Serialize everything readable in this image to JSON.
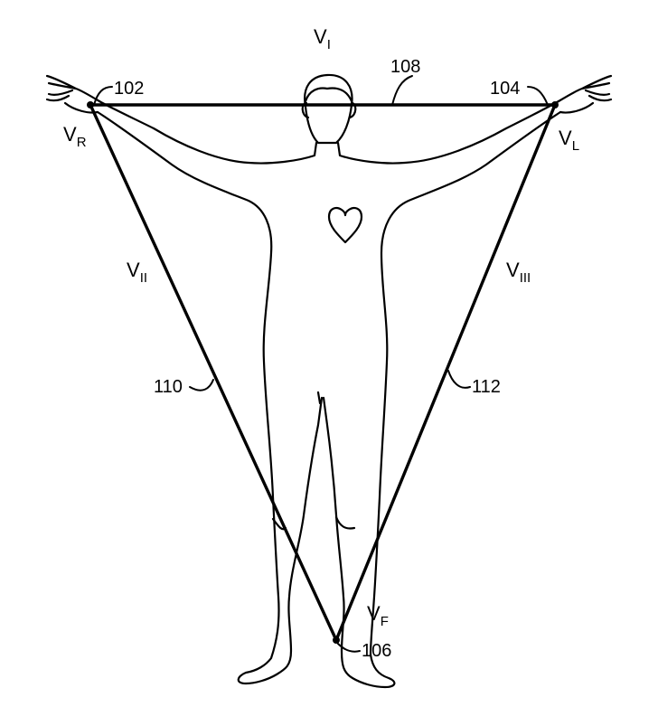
{
  "labels": {
    "lead_I": {
      "main": "V",
      "sub": "I"
    },
    "lead_II": {
      "main": "V",
      "sub": "II"
    },
    "lead_III": {
      "main": "V",
      "sub": "III"
    },
    "v_right": {
      "main": "V",
      "sub": "R"
    },
    "v_left": {
      "main": "V",
      "sub": "L"
    },
    "v_foot": {
      "main": "V",
      "sub": "F"
    }
  },
  "references": {
    "r102": "102",
    "r104": "104",
    "r106": "106",
    "r108": "108",
    "r110": "110",
    "r112": "112"
  }
}
